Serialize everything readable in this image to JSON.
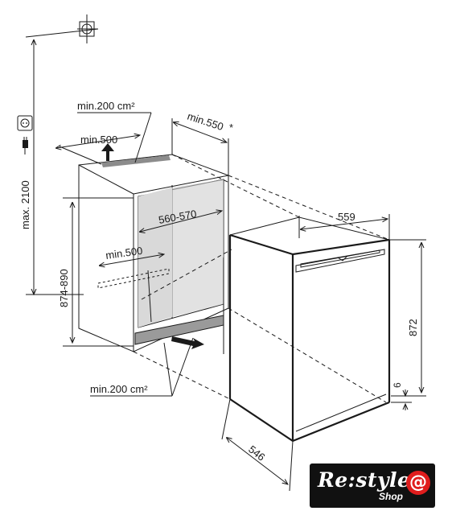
{
  "labels": {
    "max_height": "max. 2100",
    "vent_top": "min.200 cm²",
    "vent_bottom": "min.200 cm²",
    "depth_top": "min.550",
    "depth_asterisk": "*",
    "clear_top": "min.500",
    "clear_inner": "min.500",
    "niche_width": "560-570",
    "niche_height": "874-890",
    "appliance_width": "559",
    "appliance_height": "872",
    "appliance_depth": "546",
    "gap": "6"
  },
  "logo": {
    "main": "Re:style",
    "sub": "Shop",
    "at": "@"
  },
  "icons": {
    "socket": "power-socket-icon",
    "plug": "power-plug-icon",
    "water": "water-connection-icon"
  }
}
